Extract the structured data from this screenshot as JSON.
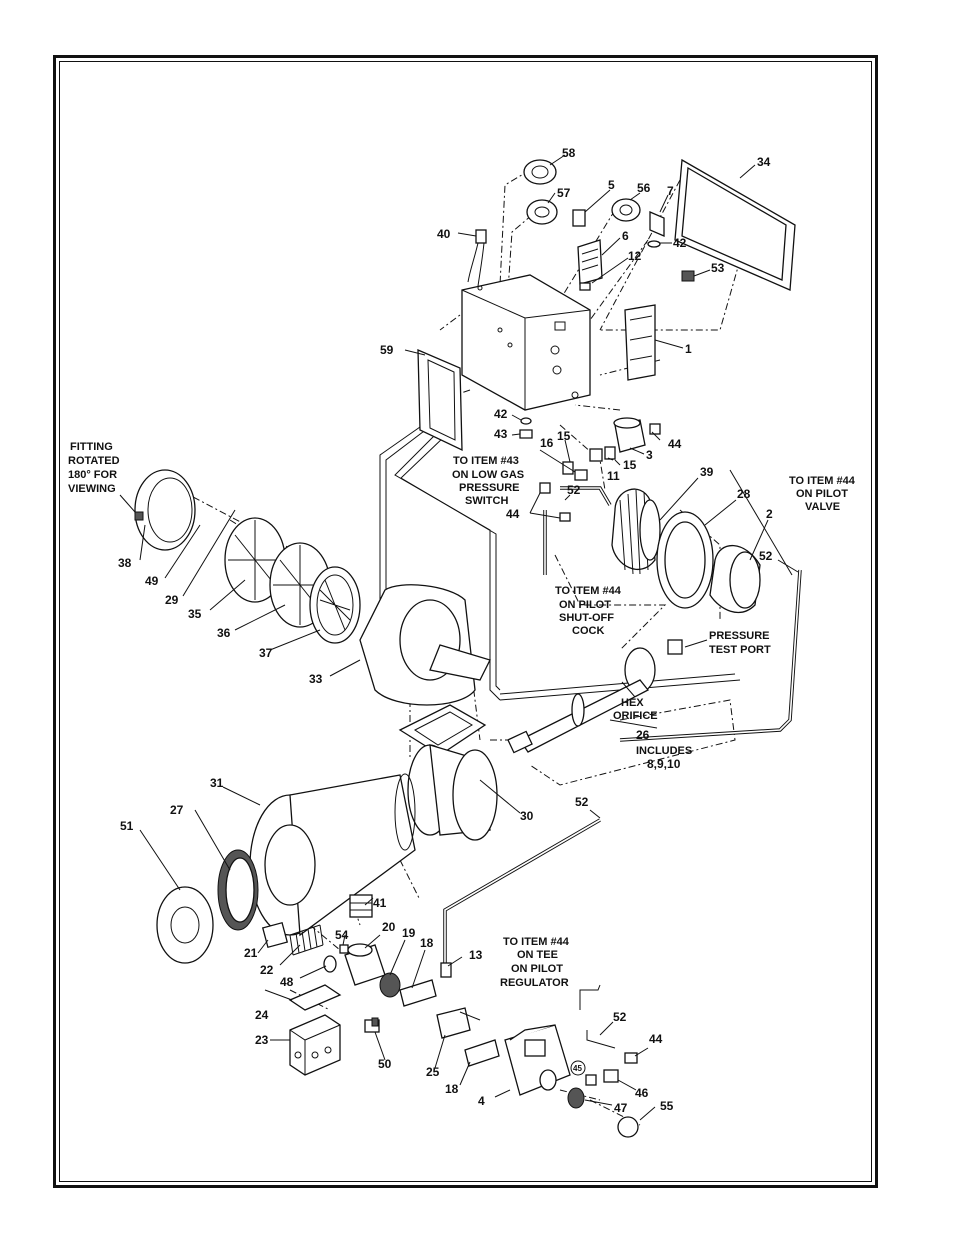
{
  "diagram": {
    "part_labels": {
      "p1": "1",
      "p2": "2",
      "p3": "3",
      "p4": "4",
      "p5": "5",
      "p6": "6",
      "p7": "7",
      "p11": "11",
      "p12": "12",
      "p13": "13",
      "p15a": "15",
      "p15b": "15",
      "p16": "16",
      "p18a": "18",
      "p18b": "18",
      "p19": "19",
      "p20": "20",
      "p21": "21",
      "p22": "22",
      "p23": "23",
      "p24": "24",
      "p25": "25",
      "p26": "26",
      "p27": "27",
      "p28": "28",
      "p29": "29",
      "p30": "30",
      "p31": "31",
      "p33": "33",
      "p34": "34",
      "p35": "35",
      "p36": "36",
      "p37": "37",
      "p38": "38",
      "p39": "39",
      "p40": "40",
      "p41": "41",
      "p42a": "42",
      "p42b": "42",
      "p43": "43",
      "p44a": "44",
      "p44b": "44",
      "p44c": "44",
      "p45": "45",
      "p46": "46",
      "p47": "47",
      "p48": "48",
      "p49": "49",
      "p50": "50",
      "p51": "51",
      "p52a": "52",
      "p52b": "52",
      "p52c": "52",
      "p52d": "52",
      "p53": "53",
      "p54": "54",
      "p55": "55",
      "p56": "56",
      "p57": "57",
      "p58": "58",
      "p59": "59"
    },
    "notes": {
      "fitting_l1": "FITTING",
      "fitting_l2": "ROTATED",
      "fitting_l3": "180° FOR",
      "fitting_l4": "VIEWING",
      "lowgas_l1": "TO ITEM #43",
      "lowgas_l2": "ON LOW GAS",
      "lowgas_l3": "PRESSURE",
      "lowgas_l4": "SWITCH",
      "pilotvalve_l1": "TO ITEM #44",
      "pilotvalve_l2": "ON PILOT",
      "pilotvalve_l3": "VALVE",
      "shutoff_l1": "TO ITEM #44",
      "shutoff_l2": "ON PILOT",
      "shutoff_l3": "SHUT-OFF",
      "shutoff_l4": "COCK",
      "pressure_l1": "PRESSURE",
      "pressure_l2": "TEST PORT",
      "hex_l1": "HEX",
      "hex_l2": "ORIFICE",
      "includes_l1": "INCLUDES",
      "includes_l2": "8,9,10",
      "regulator_l1": "TO ITEM #44",
      "regulator_l2": "ON TEE",
      "regulator_l3": "ON PILOT",
      "regulator_l4": "REGULATOR"
    }
  }
}
